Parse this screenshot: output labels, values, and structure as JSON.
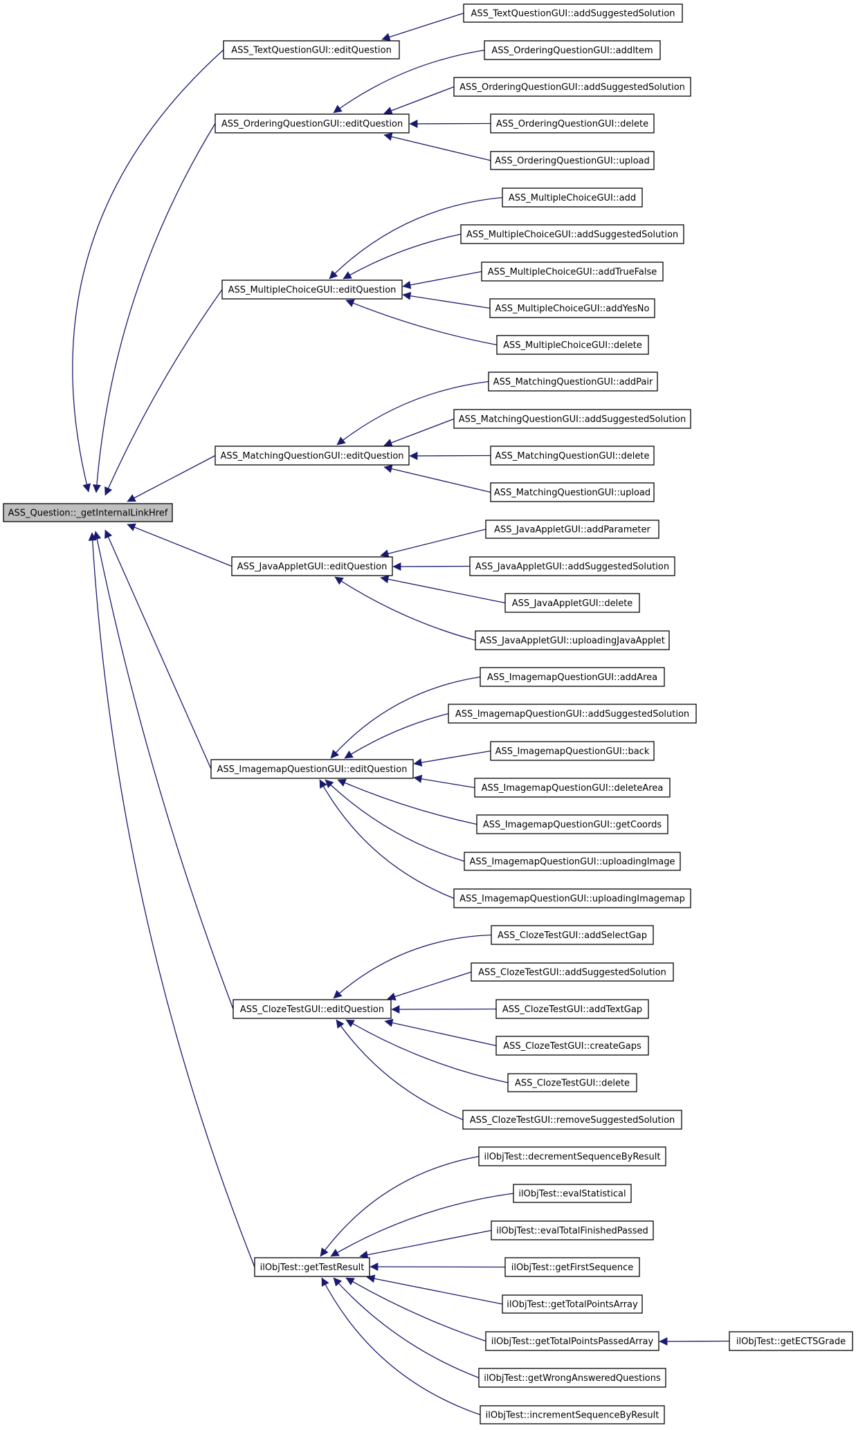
{
  "nodes": {
    "root": "ASS_Question::_getInternalLinkHref",
    "textq": "ASS_TextQuestionGUI::editQuestion",
    "textq_add": "ASS_TextQuestionGUI::addSuggestedSolution",
    "ord": "ASS_OrderingQuestionGUI::editQuestion",
    "ord_additem": "ASS_OrderingQuestionGUI::addItem",
    "ord_addsugg": "ASS_OrderingQuestionGUI::addSuggestedSolution",
    "ord_delete": "ASS_OrderingQuestionGUI::delete",
    "ord_upload": "ASS_OrderingQuestionGUI::upload",
    "mc": "ASS_MultipleChoiceGUI::editQuestion",
    "mc_add": "ASS_MultipleChoiceGUI::add",
    "mc_addsugg": "ASS_MultipleChoiceGUI::addSuggestedSolution",
    "mc_addtf": "ASS_MultipleChoiceGUI::addTrueFalse",
    "mc_addyn": "ASS_MultipleChoiceGUI::addYesNo",
    "mc_delete": "ASS_MultipleChoiceGUI::delete",
    "mat": "ASS_MatchingQuestionGUI::editQuestion",
    "mat_addpair": "ASS_MatchingQuestionGUI::addPair",
    "mat_addsugg": "ASS_MatchingQuestionGUI::addSuggestedSolution",
    "mat_delete": "ASS_MatchingQuestionGUI::delete",
    "mat_upload": "ASS_MatchingQuestionGUI::upload",
    "ja": "ASS_JavaAppletGUI::editQuestion",
    "ja_addparam": "ASS_JavaAppletGUI::addParameter",
    "ja_addsugg": "ASS_JavaAppletGUI::addSuggestedSolution",
    "ja_delete": "ASS_JavaAppletGUI::delete",
    "ja_upload": "ASS_JavaAppletGUI::uploadingJavaApplet",
    "im": "ASS_ImagemapQuestionGUI::editQuestion",
    "im_addarea": "ASS_ImagemapQuestionGUI::addArea",
    "im_addsugg": "ASS_ImagemapQuestionGUI::addSuggestedSolution",
    "im_back": "ASS_ImagemapQuestionGUI::back",
    "im_delarea": "ASS_ImagemapQuestionGUI::deleteArea",
    "im_getcoords": "ASS_ImagemapQuestionGUI::getCoords",
    "im_upimg": "ASS_ImagemapQuestionGUI::uploadingImage",
    "im_upmap": "ASS_ImagemapQuestionGUI::uploadingImagemap",
    "cz": "ASS_ClozeTestGUI::editQuestion",
    "cz_addsel": "ASS_ClozeTestGUI::addSelectGap",
    "cz_addsugg": "ASS_ClozeTestGUI::addSuggestedSolution",
    "cz_addtext": "ASS_ClozeTestGUI::addTextGap",
    "cz_create": "ASS_ClozeTestGUI::createGaps",
    "cz_delete": "ASS_ClozeTestGUI::delete",
    "cz_remove": "ASS_ClozeTestGUI::removeSuggestedSolution",
    "ot": "ilObjTest::getTestResult",
    "ot_dec": "ilObjTest::decrementSequenceByResult",
    "ot_evalstat": "ilObjTest::evalStatistical",
    "ot_evaltot": "ilObjTest::evalTotalFinishedPassed",
    "ot_firstseq": "ilObjTest::getFirstSequence",
    "ot_totpts": "ilObjTest::getTotalPointsArray",
    "ot_totpassed": "ilObjTest::getTotalPointsPassedArray",
    "ot_ects": "ilObjTest::getECTSGrade",
    "ot_wrong": "ilObjTest::getWrongAnsweredQuestions",
    "ot_inc": "ilObjTest::incrementSequenceByResult"
  },
  "edges": [
    [
      "textq",
      "root"
    ],
    [
      "ord",
      "root"
    ],
    [
      "mc",
      "root"
    ],
    [
      "mat",
      "root"
    ],
    [
      "ja",
      "root"
    ],
    [
      "im",
      "root"
    ],
    [
      "cz",
      "root"
    ],
    [
      "ot",
      "root"
    ],
    [
      "textq_add",
      "textq"
    ],
    [
      "ord_additem",
      "ord"
    ],
    [
      "ord_addsugg",
      "ord"
    ],
    [
      "ord_delete",
      "ord"
    ],
    [
      "ord_upload",
      "ord"
    ],
    [
      "mc_add",
      "mc"
    ],
    [
      "mc_addsugg",
      "mc"
    ],
    [
      "mc_addtf",
      "mc"
    ],
    [
      "mc_addyn",
      "mc"
    ],
    [
      "mc_delete",
      "mc"
    ],
    [
      "mat_addpair",
      "mat"
    ],
    [
      "mat_addsugg",
      "mat"
    ],
    [
      "mat_delete",
      "mat"
    ],
    [
      "mat_upload",
      "mat"
    ],
    [
      "ja_addparam",
      "ja"
    ],
    [
      "ja_addsugg",
      "ja"
    ],
    [
      "ja_delete",
      "ja"
    ],
    [
      "ja_upload",
      "ja"
    ],
    [
      "im_addarea",
      "im"
    ],
    [
      "im_addsugg",
      "im"
    ],
    [
      "im_back",
      "im"
    ],
    [
      "im_delarea",
      "im"
    ],
    [
      "im_getcoords",
      "im"
    ],
    [
      "im_upimg",
      "im"
    ],
    [
      "im_upmap",
      "im"
    ],
    [
      "cz_addsel",
      "cz"
    ],
    [
      "cz_addsugg",
      "cz"
    ],
    [
      "cz_addtext",
      "cz"
    ],
    [
      "cz_create",
      "cz"
    ],
    [
      "cz_delete",
      "cz"
    ],
    [
      "cz_remove",
      "cz"
    ],
    [
      "ot_dec",
      "ot"
    ],
    [
      "ot_evalstat",
      "ot"
    ],
    [
      "ot_evaltot",
      "ot"
    ],
    [
      "ot_firstseq",
      "ot"
    ],
    [
      "ot_totpts",
      "ot"
    ],
    [
      "ot_totpassed",
      "ot"
    ],
    [
      "ot_wrong",
      "ot"
    ],
    [
      "ot_inc",
      "ot"
    ],
    [
      "ot_ects",
      "ot_totpassed"
    ]
  ],
  "colors": {
    "edge": "#191970",
    "root_fill": "#bfbfbf",
    "node_fill": "#ffffff",
    "border": "#000000"
  }
}
